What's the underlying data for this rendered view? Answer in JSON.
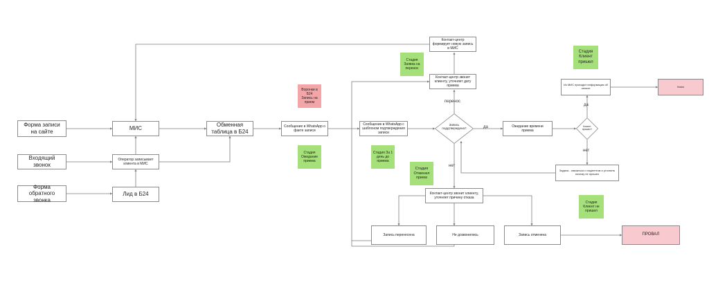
{
  "nodes": {
    "form_site": "Форма записи на сайте",
    "incoming_call": "Входящий звонок",
    "callback_form": "Форма обратного звонка",
    "mis": "МИС",
    "operator_records": "Оператор записывает клиента в МИС",
    "lead_b24": "Лид в Б24",
    "exchange_table": "Обменная таблица в Б24",
    "whatsapp_fact": "Сообщение в WhatsApp о факте записи",
    "whatsapp_template": "Сообщение в WhatsApp с шаблоном подтверждения записи",
    "contact_center_new": "Контакт-центр формирует новую запись в МИС",
    "contact_center_date": "Контакт-центр звонит клиенту, уточняет дату приема",
    "decision_confirmed": "Запись поддтверждена?",
    "waiting_time": "Ожидание времени приема",
    "decision_came": "Клиент пришел?",
    "mis_info": "Из МИС приходит информация об оплате",
    "success": "Успех",
    "task_call": "Задача - связаться с пациентом и уточнить почему не пришел",
    "contact_center_reason": "Контакт-центр звонит клиенту, уточняет причину отказа",
    "rescheduled": "Запись перенесена",
    "not_reached": "Не дозвонились",
    "cancelled": "Запись отменена",
    "fail": "ПРОВАЛ"
  },
  "stickies": {
    "funnel_b24": "Воронки в Б24\nЗапись на прием",
    "stage_waiting": "Стадия Ожидание приема",
    "stage_transfer_request": "Стадия Заявка на перенос",
    "stage_day_before": "Стадия За 1 день до приема",
    "stage_cancelled": "Стадия Отменил прием",
    "stage_client_came": "Стадия Клиент пришел",
    "stage_client_not_came": "Стадия Клиент не пришел"
  },
  "edge_labels": {
    "transfer": "перенос",
    "yes_1": "да",
    "no_1": "нет",
    "yes_2": "да",
    "no_2": "нет"
  },
  "colors": {
    "sticky_green": "#a6e07a",
    "sticky_red": "#f4a5a8",
    "fail_pink": "#f8c9ce",
    "line": "#7a7a7a"
  }
}
